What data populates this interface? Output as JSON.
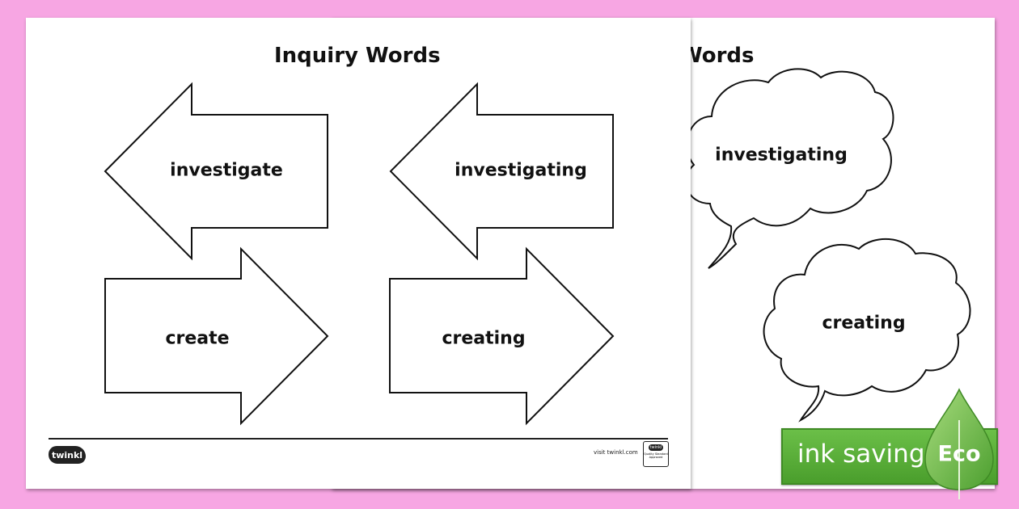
{
  "back_sheet": {
    "title_fragment": "Words",
    "bubbles": [
      {
        "word": "investigating"
      },
      {
        "word": "creating"
      }
    ]
  },
  "front_sheet": {
    "title": "Inquiry Words",
    "arrows": [
      {
        "direction": "left",
        "word": "investigate"
      },
      {
        "direction": "left",
        "word": "investigating"
      },
      {
        "direction": "right",
        "word": "create"
      },
      {
        "direction": "right",
        "word": "creating"
      }
    ],
    "footer": {
      "logo_text": "twinkl",
      "visit_text": "visit twinkl.com",
      "badge_logo": "twinkl",
      "badge_text": "Quality Standard Approved"
    }
  },
  "eco_banner": {
    "text": "ink saving",
    "label": "Eco",
    "color_dark": "#4a9e2c",
    "color_light": "#8ed16a"
  },
  "colors": {
    "background": "#f7a6e3",
    "sheet": "#ffffff",
    "outline": "#111111"
  }
}
